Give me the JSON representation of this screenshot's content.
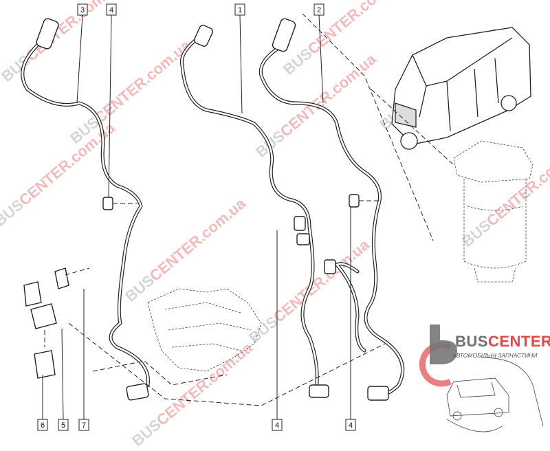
{
  "diagram": {
    "labels_top": [
      "3",
      "4",
      "1",
      "2"
    ],
    "labels_bottom": [
      "6",
      "5",
      "7",
      "4",
      "4"
    ]
  },
  "watermark": {
    "prefix": "BUS",
    "accent": "CENTER",
    "suffix": ".com.ua"
  },
  "logo": {
    "title_prefix": "BUS",
    "title_accent": "CENTER",
    "subtitle": "АВТОМОБІЛЬНІ ЗАПЧАСТИНИ"
  },
  "colors": {
    "accent": "#e04848",
    "gray": "#6f6f6f"
  }
}
